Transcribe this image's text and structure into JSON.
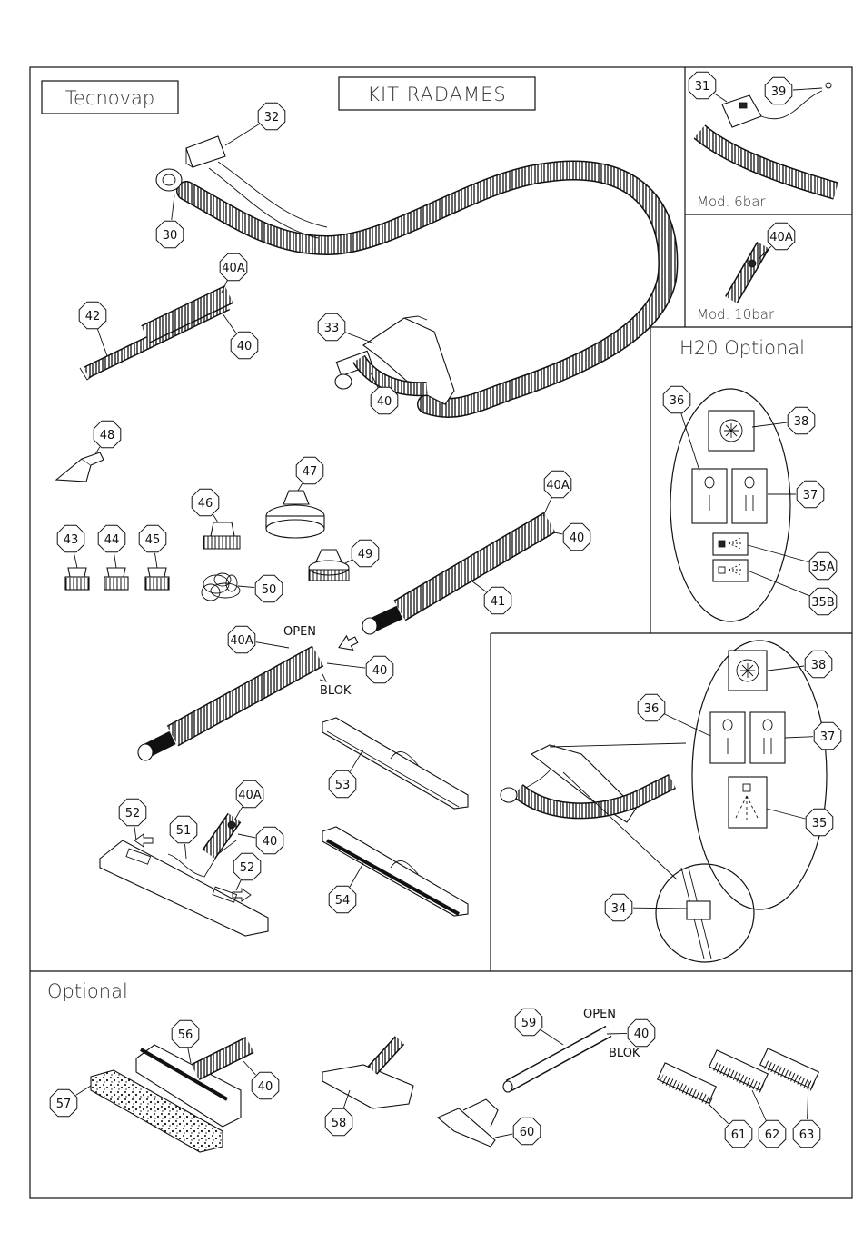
{
  "brand": "Tecnovap",
  "title": "KIT RADAMES",
  "panels": {
    "mod6": "Mod. 6bar",
    "mod10": "Mod. 10bar",
    "h2o": "H20 Optional",
    "optional": "Optional"
  },
  "annotations": {
    "open_upper": "OPEN",
    "blok_upper": "BLOK",
    "open_lower": "OPEN",
    "blok_lower": "BLOK"
  },
  "callouts": [
    "30",
    "31",
    "32",
    "33",
    "34",
    "35",
    "35A",
    "35B",
    "36",
    "37",
    "38",
    "39",
    "40",
    "40A",
    "41",
    "42",
    "43",
    "44",
    "45",
    "46",
    "47",
    "48",
    "49",
    "50",
    "51",
    "52",
    "53",
    "54",
    "56",
    "57",
    "58",
    "59",
    "60",
    "61",
    "62",
    "63"
  ]
}
